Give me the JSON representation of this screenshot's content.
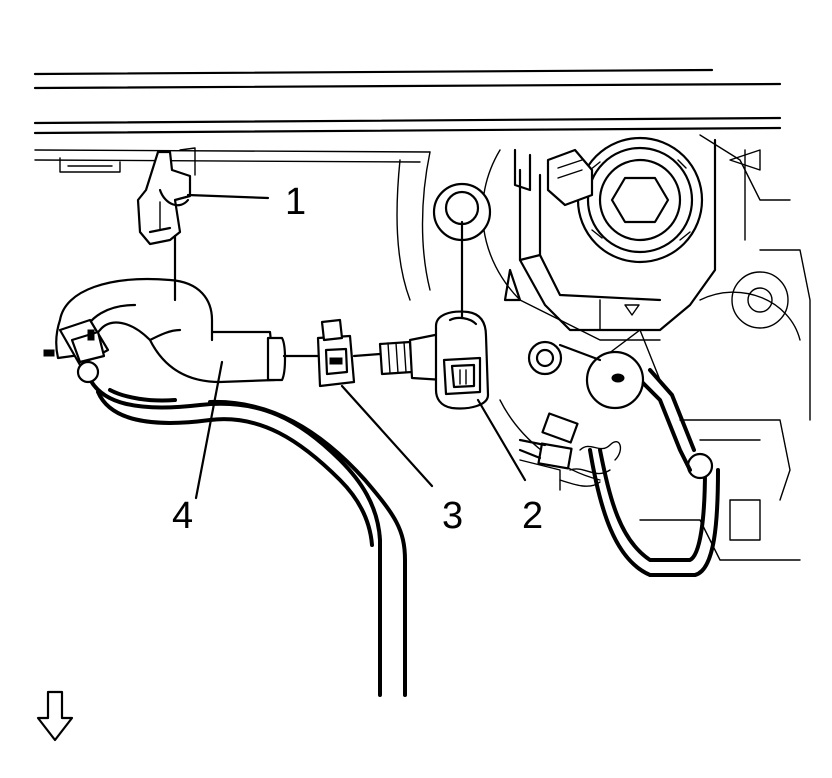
{
  "callouts": [
    {
      "id": "1",
      "label": "1",
      "part": "clip"
    },
    {
      "id": "2",
      "label": "2",
      "part": "sensor"
    },
    {
      "id": "3",
      "label": "3",
      "part": "connector"
    },
    {
      "id": "4",
      "label": "4",
      "part": "hose"
    }
  ],
  "icons": {
    "direction_arrow": "down-arrow-icon"
  }
}
